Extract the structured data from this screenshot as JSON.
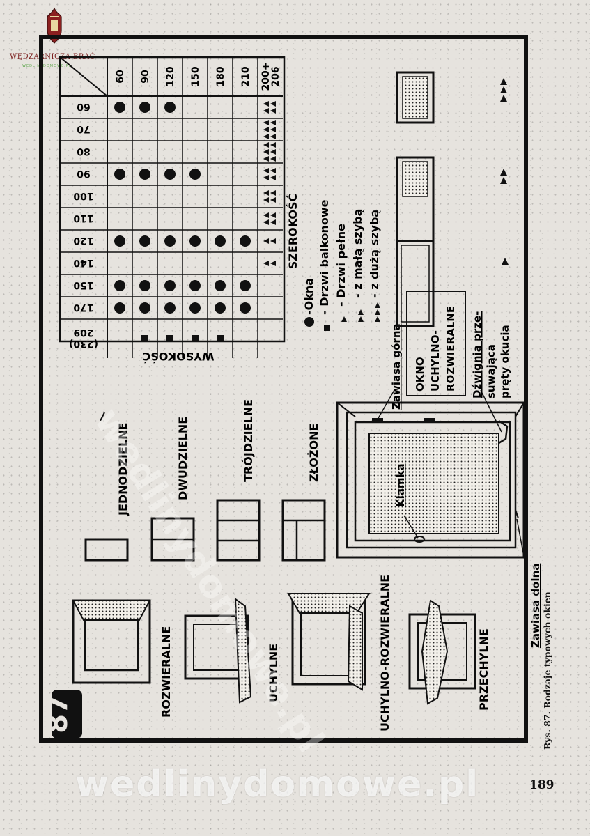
{
  "header": {
    "brand": "WĘDZARNICZA BRAĆ",
    "site": "WEDLINYDOMOWE.PL"
  },
  "figure": {
    "number": "87",
    "caption": "Rys. 87. Rodzaje typowych okien",
    "page_number": "189",
    "watermark": "wedlinydomowe.pl"
  },
  "window_types": [
    "ROZWIERALNE",
    "UCHYLNE",
    "UCHYLNO-ROZWIERALNE",
    "PRZECHYLNE"
  ],
  "divisions": [
    "JEDNODZIELNE",
    "DWUDZIELNE",
    "TRÓJDZIELNE",
    "ZŁOŻONE"
  ],
  "window_detail": {
    "zawiasa_gorna": "Zawiasa górna",
    "okno_lines": [
      "OKNO",
      "UCHYLNO-",
      "ROZWIERALNE"
    ],
    "dzwignia_lines": [
      "Dźwignia prze-",
      "suwająca",
      "pręty okucia"
    ],
    "klamka": "Klamka",
    "zawiasa_dolna": "Zawiasa dolna"
  },
  "legend": {
    "lines": [
      "-Okna",
      "- Drzwi balkonowe",
      "- Drzwi pełne",
      "- z małą szybą",
      "- z dużą szybą"
    ],
    "colors": {
      "ink": "#111111",
      "paper": "#e6e3de"
    }
  },
  "size_table": {
    "width_label": "SZEROKOŚĆ",
    "height_label": "WYSOKOŚĆ",
    "widths": [
      "60",
      "70",
      "80",
      "90",
      "100",
      "110",
      "120",
      "140",
      "150",
      "170",
      "209 (230)"
    ],
    "heights": [
      "60",
      "90",
      "120",
      "150",
      "180",
      "210",
      "200+ 206"
    ],
    "cells": [
      [
        "o",
        "o",
        "o",
        "",
        "",
        "",
        "t2"
      ],
      [
        "",
        "",
        "",
        "",
        "",
        "",
        "t3"
      ],
      [
        "",
        "",
        "",
        "",
        "",
        "",
        "t3"
      ],
      [
        "o",
        "o",
        "o",
        "o",
        "",
        "",
        "t2"
      ],
      [
        "",
        "",
        "",
        "",
        "",
        "",
        "t2"
      ],
      [
        "",
        "",
        "",
        "",
        "",
        "",
        "t2"
      ],
      [
        "o",
        "o",
        "o",
        "o",
        "o",
        "o",
        "t1"
      ],
      [
        "",
        "",
        "",
        "",
        "",
        "",
        "t1"
      ],
      [
        "o",
        "o",
        "o",
        "o",
        "o",
        "o",
        ""
      ],
      [
        "o",
        "o",
        "o",
        "o",
        "o",
        "o",
        ""
      ],
      [
        "",
        "s",
        "s",
        "s",
        "s",
        "",
        ""
      ]
    ]
  },
  "door_types": [
    "t1",
    "t2",
    "t3"
  ]
}
